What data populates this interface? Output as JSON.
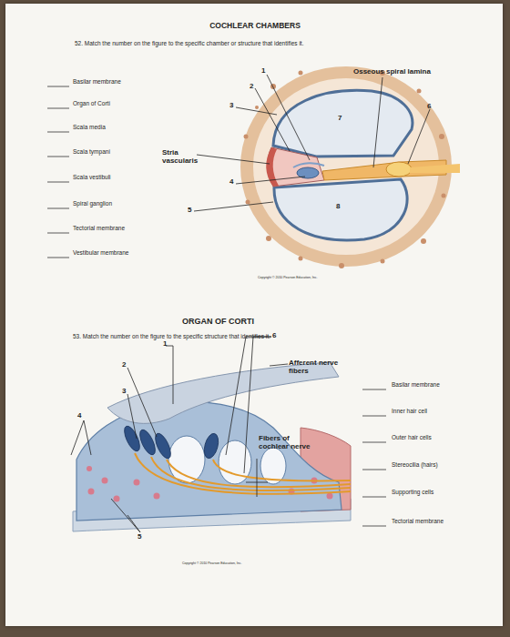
{
  "diagram": {
    "title": "COCHLEAR CHAMBERS",
    "labels": [
      "52. Match the number on the figure to the specific chamber or structure that identifies it.",
      "Basilar membrane",
      "Organ of Corti",
      "Scala media",
      "Scala tympani",
      "Scala vestibuli",
      "Spiral ganglion",
      "Tectorial membrane",
      "Vestibular membrane",
      "1",
      "Osseous spiral lamina",
      "2",
      "3",
      "6",
      "7",
      "Stria vascularis",
      "4",
      "8",
      "5",
      "Copyright © 2010 Pearson Education, Inc.",
      "ORGAN OF CORTI",
      "53. Match the number on the figure to the specific structure that identifies it.",
      "1",
      "6",
      "2",
      "Afferent nerve fibers",
      "3",
      "Basilar membrane",
      "Inner hair cell",
      "4",
      "Outer hair cells",
      "Fibers of cochlear nerve",
      "Stereocilia (hairs)",
      "Supporting cells",
      "5",
      "Tectorial membrane",
      "Copyright © 2010 Pearson Education, Inc."
    ]
  }
}
